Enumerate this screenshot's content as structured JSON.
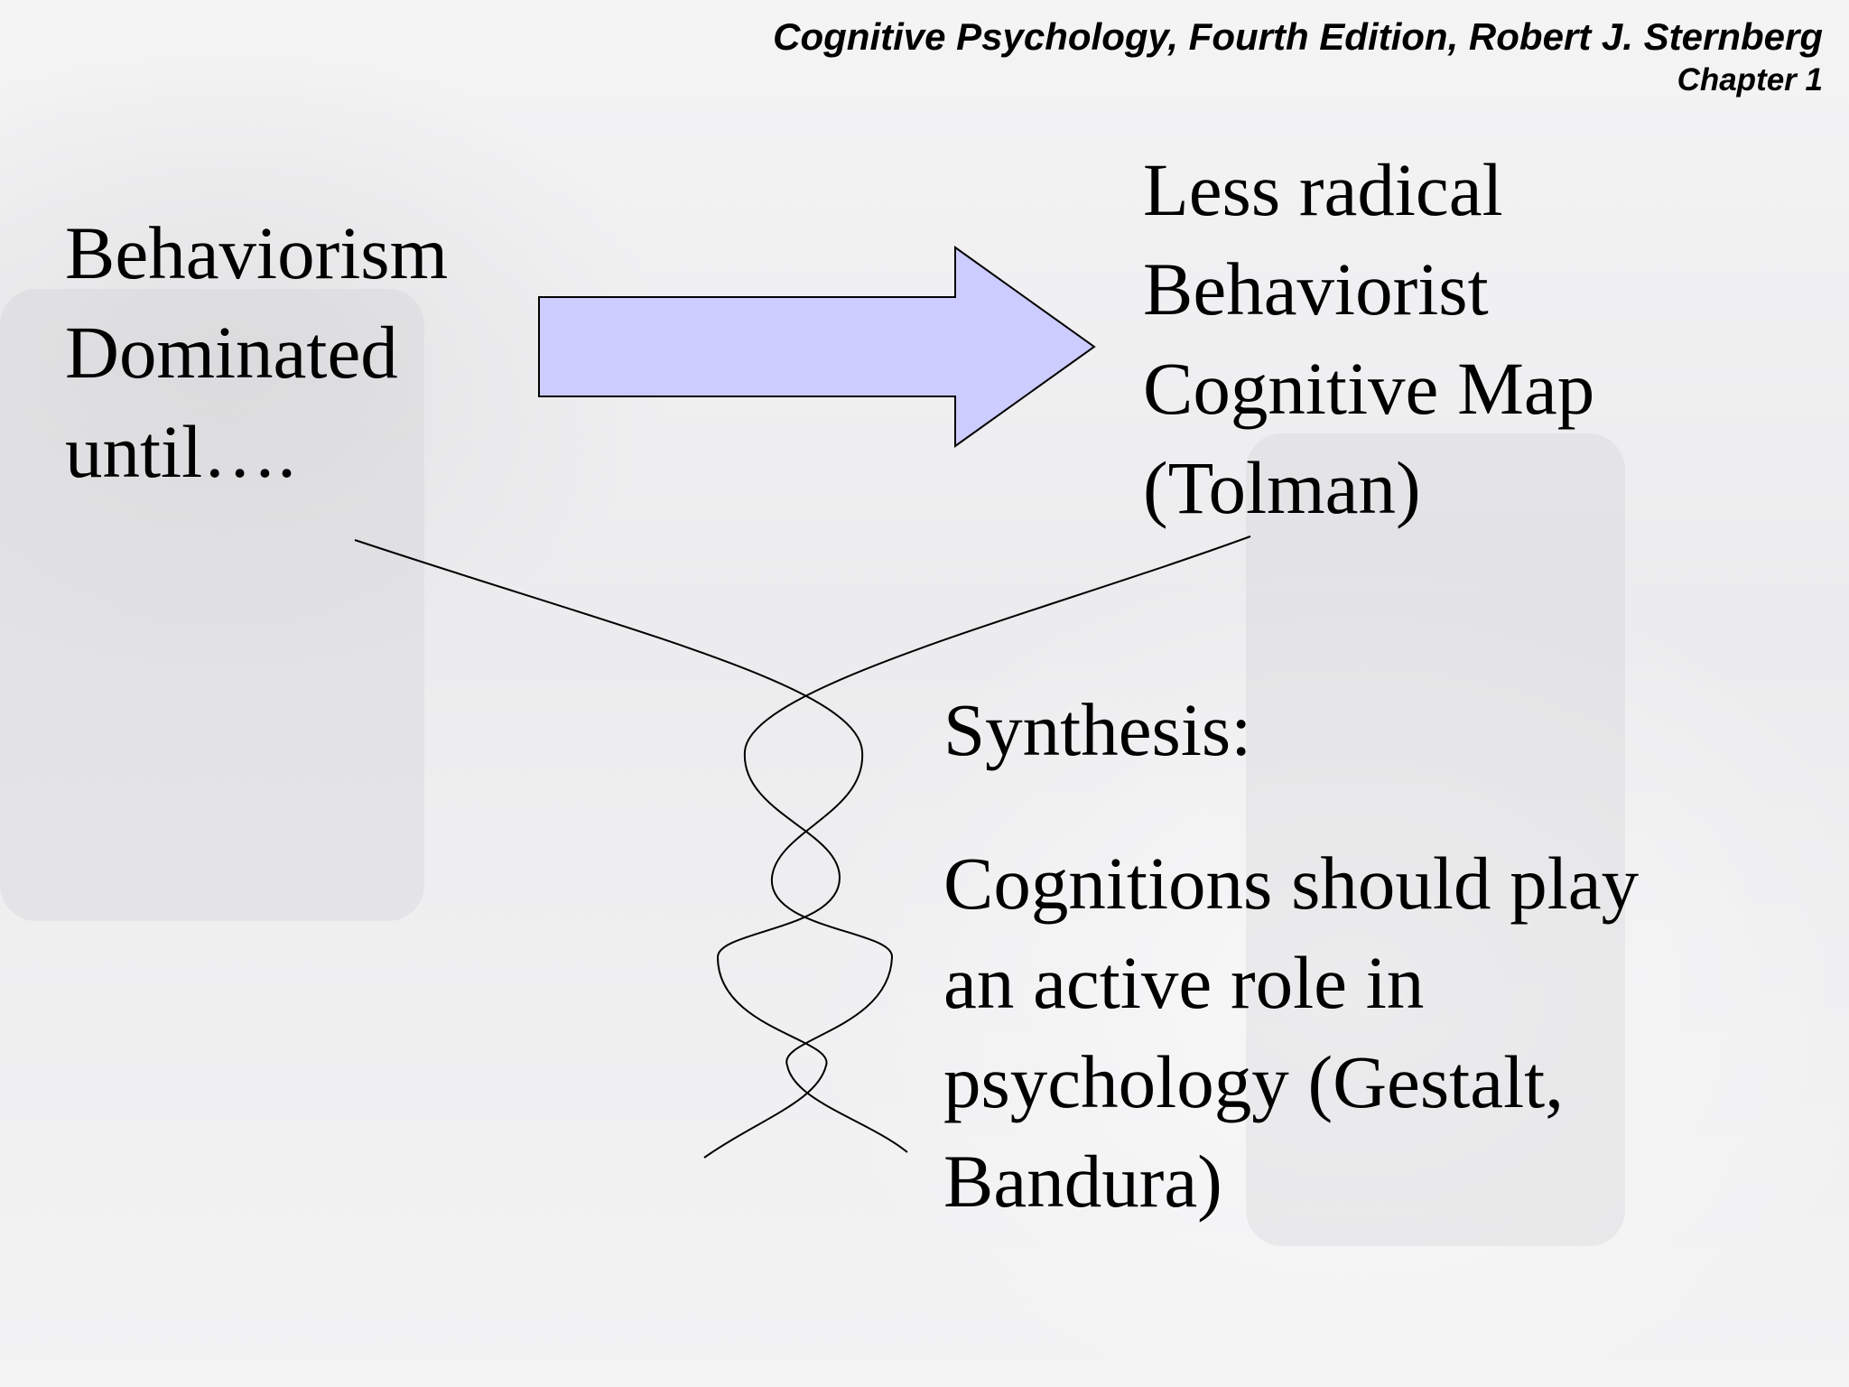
{
  "header": {
    "title": "Cognitive Psychology, Fourth Edition, Robert J. Sternberg",
    "chapter": "Chapter 1"
  },
  "left_block": {
    "lines": [
      "Behaviorism",
      "Dominated",
      "until…."
    ]
  },
  "right_block": {
    "lines": [
      "Less radical",
      "Behaviorist",
      "Cognitive Map",
      "(Tolman)"
    ]
  },
  "synthesis": {
    "heading": "Synthesis:",
    "body_lines": [
      "Cognitions should play",
      "an active role in",
      "psychology (Gestalt,",
      "Bandura)"
    ]
  },
  "colors": {
    "arrow_fill": "#ccccff",
    "stroke": "#000000"
  }
}
